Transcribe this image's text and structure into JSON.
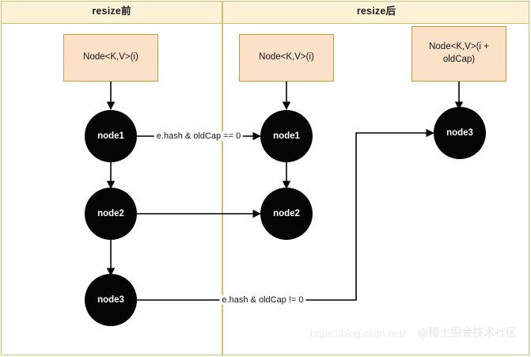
{
  "diagram": {
    "type": "flowchart",
    "title_left": "resize前",
    "title_right": "resize后",
    "colors": {
      "frame_border": "#cdbe70",
      "header_background": "#fcf2d8",
      "rect_fill": "#fae1c8",
      "rect_border": "#cc9933",
      "circle_fill": "#050505",
      "circle_text": "#ffffff",
      "edge_stroke": "#000000",
      "watermark": "#e9ecef"
    }
  },
  "header": {
    "left_label": "resize前",
    "right_label": "resize后"
  },
  "panels": {
    "before": {
      "bucket_box": "Node<K,V>(i)",
      "nodes": [
        "node1",
        "node2",
        "node3"
      ]
    },
    "after": {
      "low_bucket_box": "Node<K,V>(i)",
      "high_bucket_box": "Node<K,V>(i + oldCap)",
      "low_nodes": [
        "node1",
        "node2"
      ],
      "high_nodes": [
        "node3"
      ]
    }
  },
  "edges": {
    "low_condition_label": "e.hash & oldCap == 0",
    "high_condition_label": "e.hash & oldCap != 0"
  },
  "watermarks": {
    "url": "https://blog.csdn.net/",
    "brand": "@稀土掘金技术社区"
  }
}
